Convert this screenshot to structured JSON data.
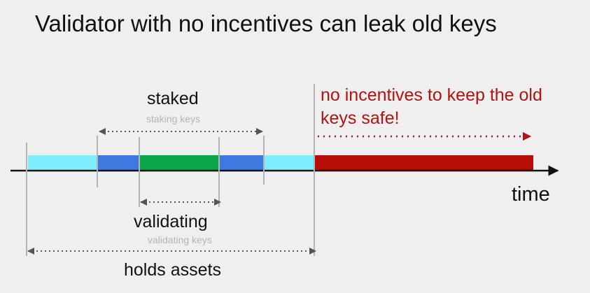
{
  "title": "Validator with no incentives can leak old keys",
  "labels": {
    "staked": "staked",
    "staking_keys": "staking keys",
    "validating": "validating",
    "validating_keys": "validating keys",
    "holds_assets": "holds assets",
    "time": "time"
  },
  "warning": {
    "line1": "no incentives to keep the old",
    "line2": "keys safe!"
  },
  "colors": {
    "holds_assets_segment": "#7feeff",
    "staked_segment": "#3e79df",
    "validating_segment": "#0aa84a",
    "post_period_segment": "#b60d06",
    "warning_text": "#b31212",
    "axis": "#111111",
    "markers": "#b3b3b3",
    "dotted_ranges": "#555555",
    "faint_labels": "#b5b5b5"
  }
}
